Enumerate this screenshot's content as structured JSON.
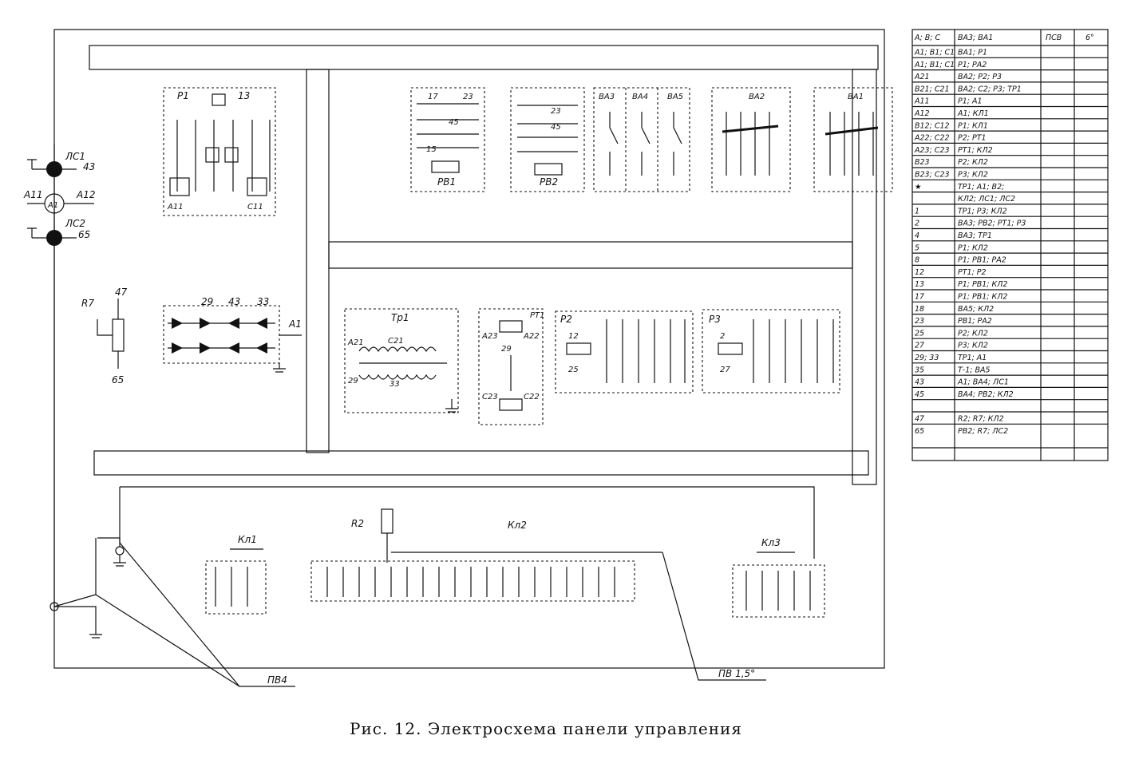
{
  "caption": "Рис. 12. Электросхема панели управления",
  "labels": {
    "lamp1": "ЛС1",
    "lamp1_wire": "43",
    "ammeter": "А1",
    "ammeter_left": "А11",
    "ammeter_right": "А12",
    "lamp2": "ЛС2",
    "lamp2_wire": "65",
    "rheostat": "R7",
    "rheo_top": "47",
    "rheo_bottom": "65",
    "bridge_top": [
      "29",
      "43",
      "33"
    ],
    "bridge_label": "А1",
    "p1": "Р1",
    "p1_wire": "13",
    "p1_bl": "А11",
    "p1_br": "С11",
    "rv1": "РВ1",
    "rv1_t1": "17",
    "rv1_t2": "23",
    "rv1_t3": "45",
    "rv1_t4": "15",
    "rv2": "РВ2",
    "rv2_t1": "23",
    "rv2_t2": "45",
    "va3": "ВА3",
    "va4": "ВА4",
    "va5": "ВА5",
    "va2": "ВА2",
    "va1": "ВА1",
    "tr1": "Тр1",
    "tr1_l1": "А21",
    "tr1_l2": "С21",
    "tr1_l3": "29",
    "tr1_l4": "33",
    "rt1": "РТ1",
    "rt1_l1": "А23",
    "rt1_l2": "А22",
    "rt1_l3": "29",
    "rt1_l4": "С23",
    "rt1_l5": "С22",
    "p2": "Р2",
    "p2_l": "12",
    "p2_b": "25",
    "p3": "Р3",
    "p3_l": "2",
    "p3_b": "27",
    "r2": "R2",
    "kl1": "Кл1",
    "kl2": "Кл2",
    "kl3": "Кл3",
    "pv4": "ПВ4",
    "pv15": "ПВ 1,5°"
  },
  "table": {
    "headers": [
      "А; В; С",
      "ВА3; ВА1",
      "ПСВ",
      "6°"
    ],
    "rows": [
      [
        "А1; В1; С1",
        "ВА1; Р1"
      ],
      [
        "А1; В1; С1",
        "Р1; РА2"
      ],
      [
        "А21",
        "ВА2; Р2; Р3"
      ],
      [
        "В21; С21",
        "ВА2; С2; Р3; ТР1"
      ],
      [
        "А11",
        "Р1; А1"
      ],
      [
        "А12",
        "А1; КЛ1"
      ],
      [
        "В12; С12",
        "Р1; КЛ1"
      ],
      [
        "А22; С22",
        "Р2; РТ1"
      ],
      [
        "А23; С23",
        "РТ1; КЛ2"
      ],
      [
        "В23",
        "Р2; КЛ2"
      ],
      [
        "В23; С23",
        "Р3; КЛ2"
      ],
      [
        "★",
        "ТР1; А1; В2;"
      ],
      [
        "",
        "КЛ2; ЛС1; ЛС2"
      ],
      [
        "1",
        "ТР1; Р3; КЛ2"
      ],
      [
        "2",
        "ВА3; РВ2; РТ1; Р3"
      ],
      [
        "4",
        "ВА3; ТР1"
      ],
      [
        "5",
        "Р1; КЛ2"
      ],
      [
        "8",
        "Р1; РВ1; РА2"
      ],
      [
        "12",
        "РТ1; Р2"
      ],
      [
        "13",
        "Р1; РВ1; КЛ2"
      ],
      [
        "17",
        "Р1; РВ1; КЛ2"
      ],
      [
        "18",
        "ВА5; КЛ2"
      ],
      [
        "23",
        "РВ1; РА2"
      ],
      [
        "25",
        "Р2; КЛ2"
      ],
      [
        "27",
        "Р3; КЛ2"
      ],
      [
        "29; 33",
        "ТР1; А1"
      ],
      [
        "35",
        "Т-1; ВА5"
      ],
      [
        "43",
        "А1; ВА4; ЛС1"
      ],
      [
        "45",
        "ВА4; РВ2; КЛ2"
      ],
      [
        "",
        ""
      ],
      [
        "47",
        "R2; R7; КЛ2"
      ],
      [
        "65",
        "РВ2; R7; ЛС2"
      ]
    ]
  }
}
